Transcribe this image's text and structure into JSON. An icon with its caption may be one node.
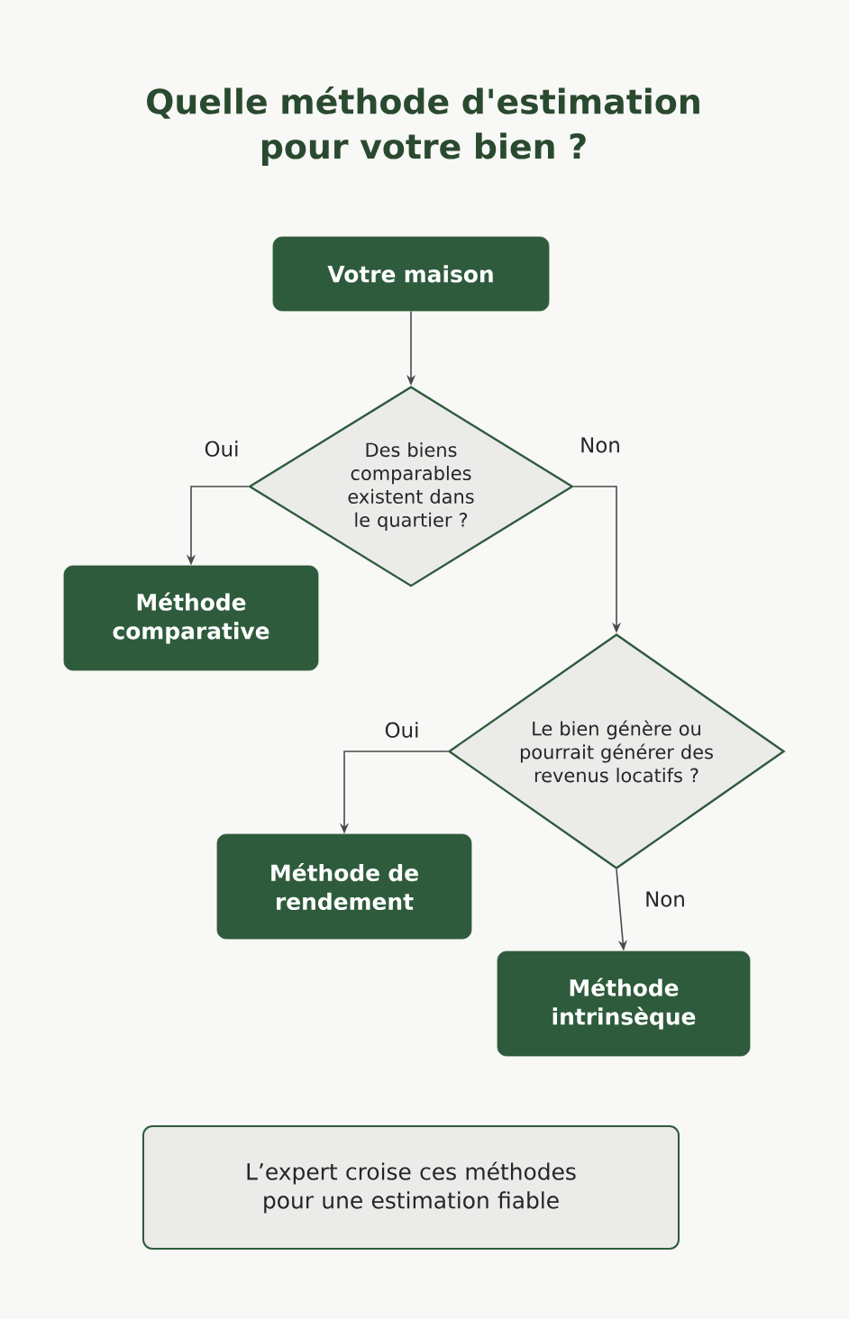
{
  "diagram": {
    "title": "Quelle méthode d'estimation pour votre bien ?",
    "nodes": [
      {
        "text": [
          "Votre maison"
        ]
      },
      {
        "text": [
          "Des biens comparables existent dans le quartier ?"
        ]
      },
      {
        "text": [
          "Méthode comparative"
        ]
      },
      {
        "text": [
          "Le bien génère ou pourrait générer des revenus locatifs ?"
        ]
      },
      {
        "text": [
          "Méthode de rendement"
        ]
      },
      {
        "text": [
          "Méthode intrinsèque"
        ]
      },
      {
        "text": [
          "L’expert croise ces méthodes pour une estimation fiable"
        ]
      }
    ],
    "edges": [
      {
        "from": 0,
        "to": 1,
        "arrow": "to"
      },
      {
        "from": 1,
        "to": 2,
        "arrow": "to",
        "label": "Oui"
      },
      {
        "from": 1,
        "to": 3,
        "arrow": "to",
        "label": "Non"
      },
      {
        "from": 3,
        "to": 4,
        "arrow": "to",
        "label": "Oui"
      },
      {
        "from": 3,
        "to": 5,
        "arrow": "to",
        "label": "Non"
      }
    ]
  }
}
